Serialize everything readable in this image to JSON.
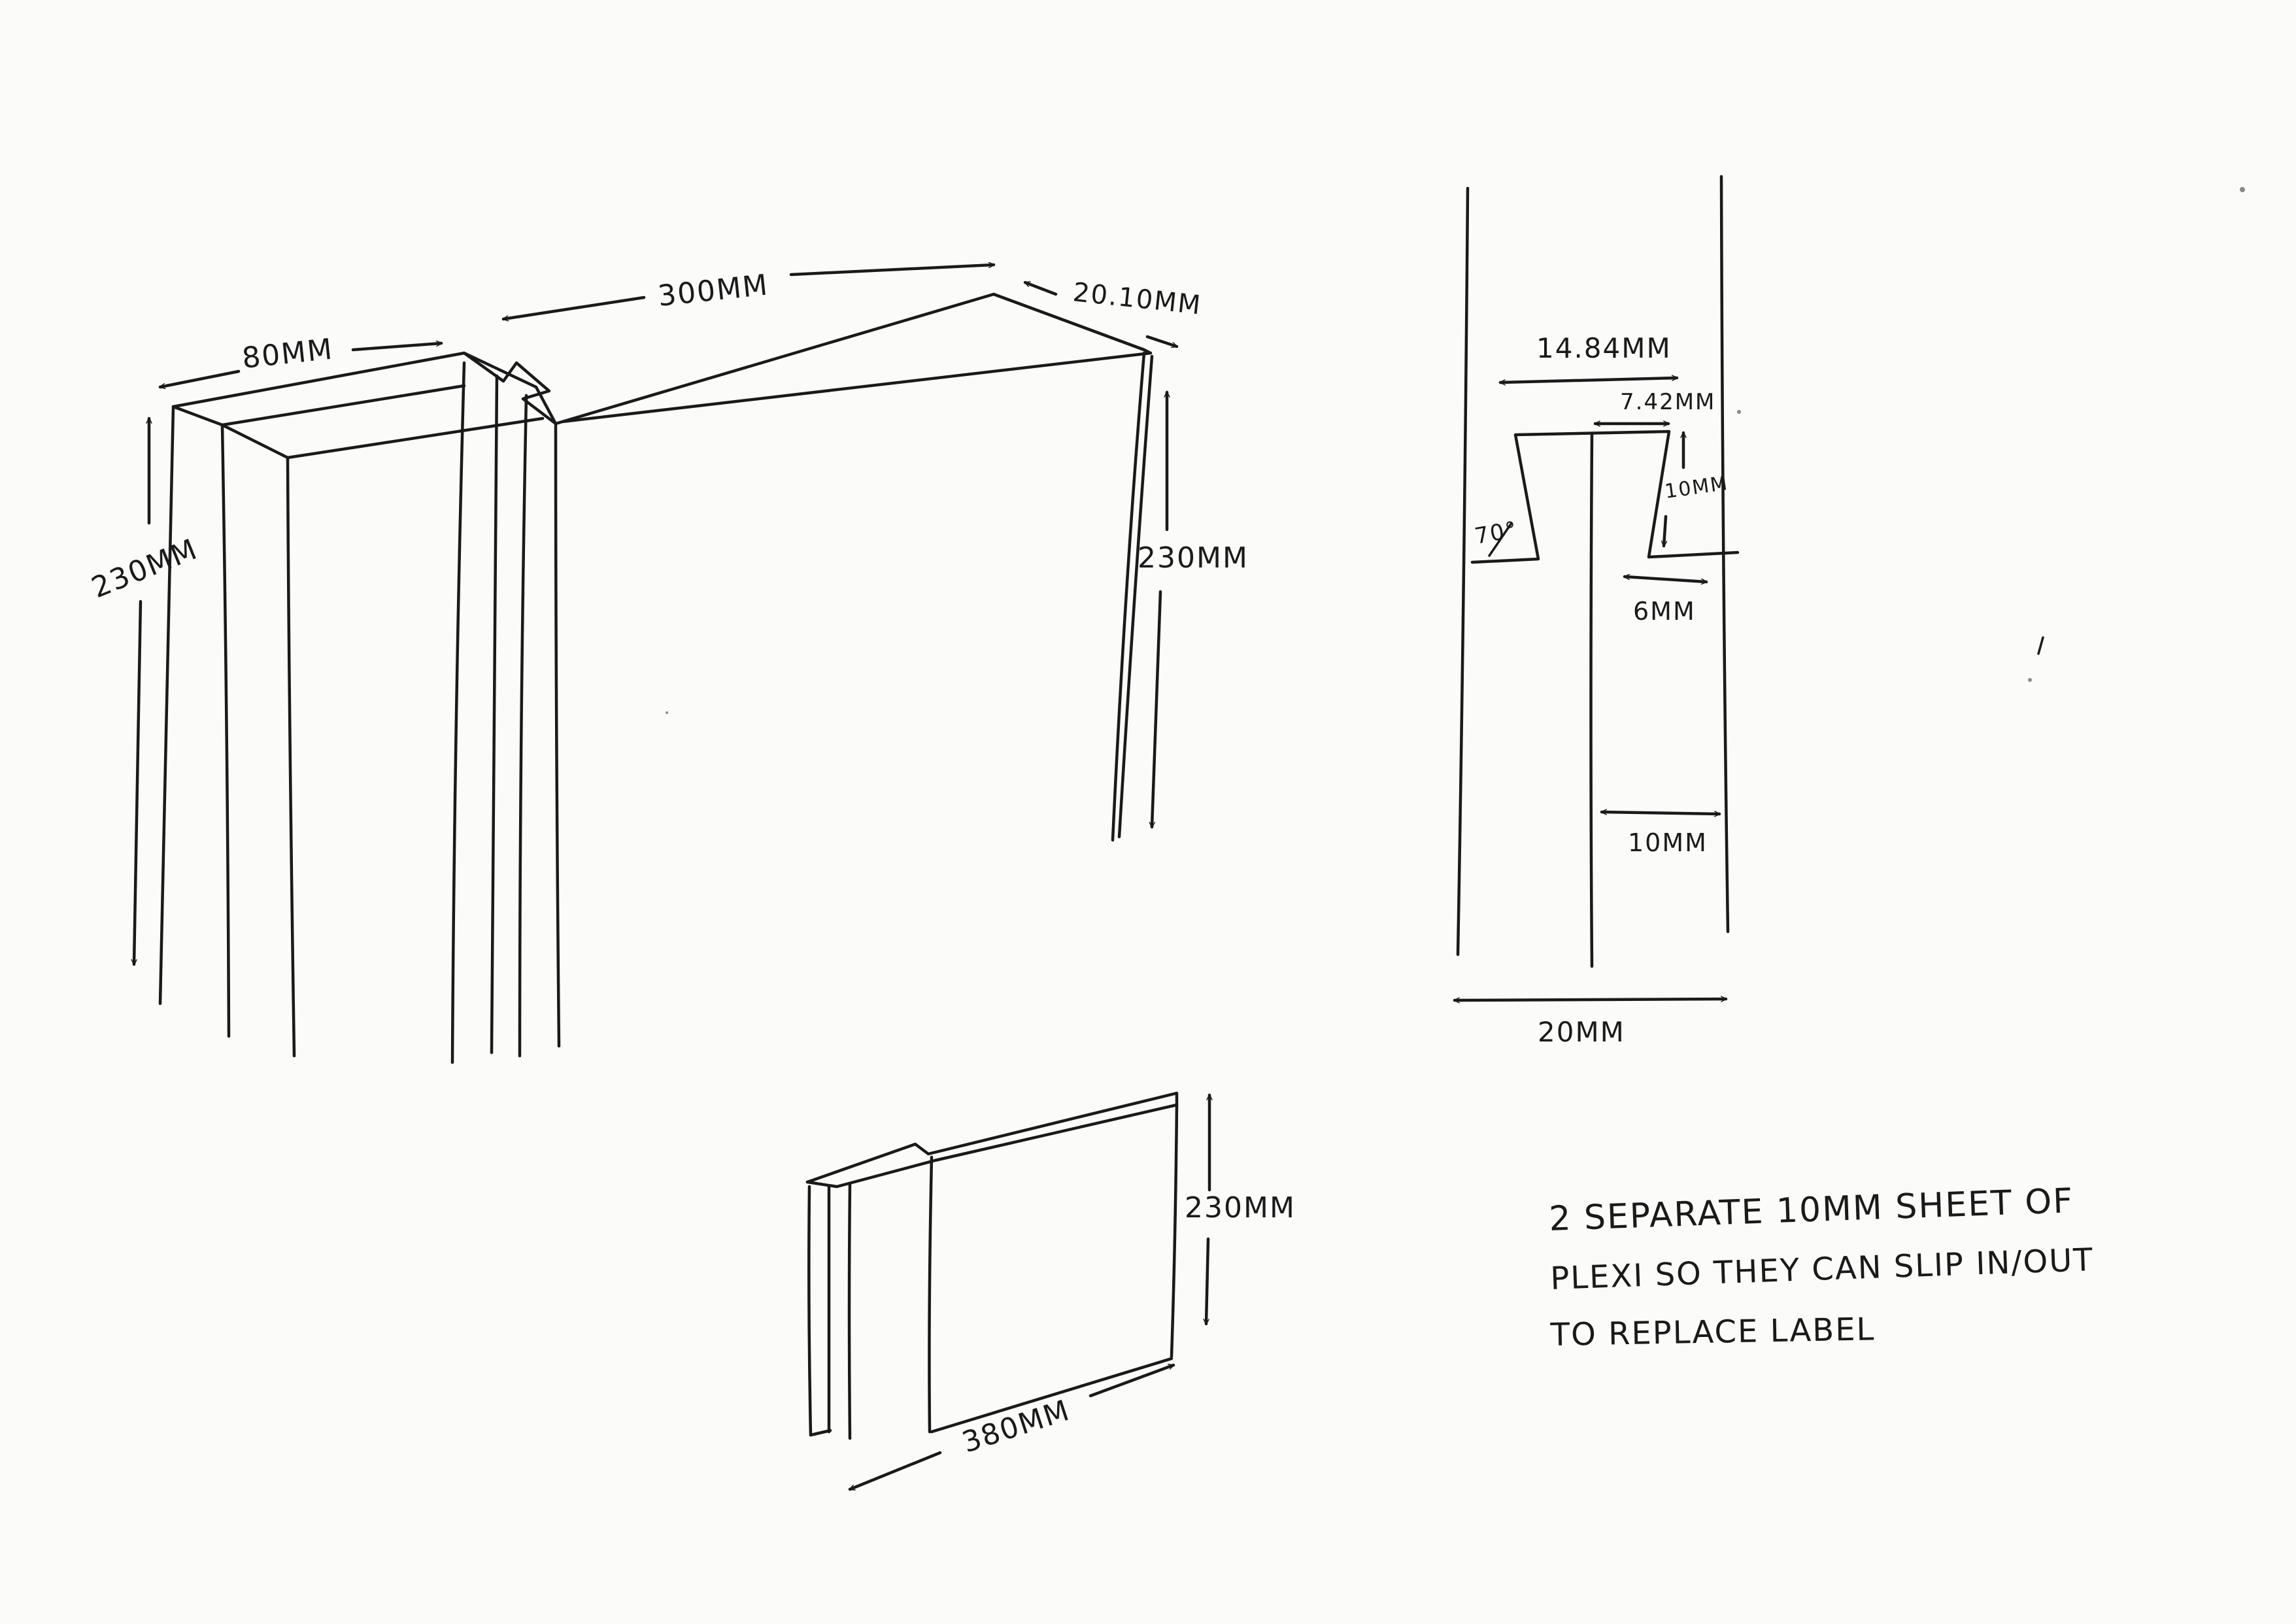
{
  "sketch": {
    "frame": {
      "width_label": "80MM",
      "length_label": "300MM",
      "depth_label": "20.10MM",
      "height_left_label": "230MM",
      "height_right_label": "230MM"
    },
    "slot_detail": {
      "opening_label": "14.84MM",
      "half_label": "7.42MM",
      "depth_label": "10MM",
      "angle_label": "70°",
      "lip_label": "6MM",
      "sheet_label": "10MM",
      "total_label": "20MM"
    },
    "plexi_sheet": {
      "height_label": "230MM",
      "length_label": "380MM"
    },
    "note": {
      "lines": [
        "2 SEPARATE 10MM SHEET OF",
        "PLEXI SO THEY CAN SLIP IN/OUT",
        "TO REPLACE LABEL"
      ]
    }
  }
}
